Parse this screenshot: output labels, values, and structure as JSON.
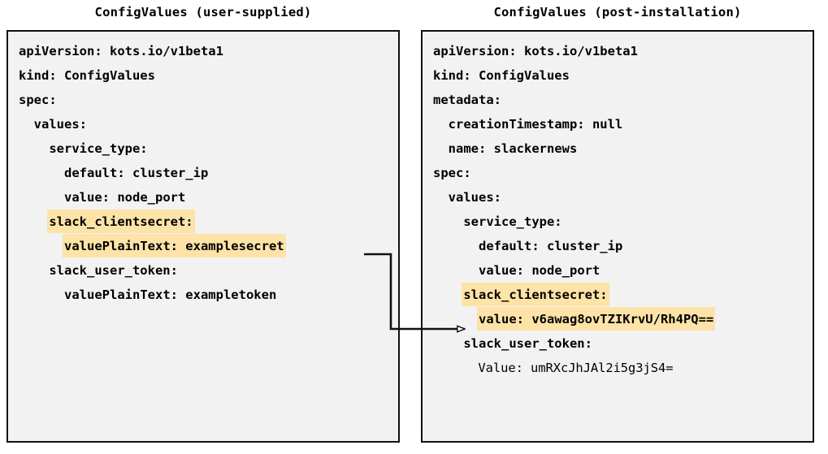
{
  "diagram": {
    "type": "two-panel-yaml-comparison",
    "background_color": "#ffffff",
    "box_border_color": "#111111",
    "box_fill_color": "#f2f2f2",
    "highlight_color": "#fde3a7",
    "text_color": "#000000",
    "connector_color": "#111111"
  },
  "left_panel": {
    "title": "ConfigValues (user-supplied)",
    "lines": [
      {
        "text": "apiVersion: kots.io/v1beta1",
        "highlight": false,
        "style": "bold"
      },
      {
        "text": "kind: ConfigValues",
        "highlight": false,
        "style": "bold"
      },
      {
        "text": "spec:",
        "highlight": false,
        "style": "bold"
      },
      {
        "text": "  values:",
        "highlight": false,
        "style": "bold"
      },
      {
        "text": "    service_type:",
        "highlight": false,
        "style": "bold"
      },
      {
        "text": "      default: cluster_ip",
        "highlight": false,
        "style": "bold"
      },
      {
        "text": "      value: node_port",
        "highlight": false,
        "style": "bold"
      },
      {
        "text": "    slack_clientsecret:",
        "highlight": true,
        "style": "bold"
      },
      {
        "text": "      valuePlainText: examplesecret",
        "highlight": true,
        "style": "bold"
      },
      {
        "text": "    slack_user_token:",
        "highlight": false,
        "style": "bold"
      },
      {
        "text": "      valuePlainText: exampletoken",
        "highlight": false,
        "style": "bold"
      }
    ]
  },
  "right_panel": {
    "title": "ConfigValues (post-installation)",
    "lines": [
      {
        "text": "apiVersion: kots.io/v1beta1",
        "highlight": false,
        "style": "bold"
      },
      {
        "text": "kind: ConfigValues",
        "highlight": false,
        "style": "bold"
      },
      {
        "text": "metadata:",
        "highlight": false,
        "style": "bold"
      },
      {
        "text": "  creationTimestamp: null",
        "highlight": false,
        "style": "bold"
      },
      {
        "text": "  name: slackernews",
        "highlight": false,
        "style": "bold"
      },
      {
        "text": "spec:",
        "highlight": false,
        "style": "bold"
      },
      {
        "text": "  values:",
        "highlight": false,
        "style": "bold"
      },
      {
        "text": "    service_type:",
        "highlight": false,
        "style": "bold"
      },
      {
        "text": "      default: cluster_ip",
        "highlight": false,
        "style": "bold"
      },
      {
        "text": "      value: node_port",
        "highlight": false,
        "style": "bold"
      },
      {
        "text": "    slack_clientsecret:",
        "highlight": true,
        "style": "bold"
      },
      {
        "text": "      value: v6awag8ovTZIKrvU/Rh4PQ==",
        "highlight": true,
        "style": "bold"
      },
      {
        "text": "    slack_user_token:",
        "highlight": false,
        "style": "bold"
      },
      {
        "text": "      Value: umRXcJhJAl2i5g3jS4=",
        "highlight": false,
        "style": "regular"
      }
    ]
  },
  "connector": {
    "name": "secret-transform-arrow",
    "from_line": "valuePlainText: examplesecret",
    "to_line": "value: v6awag8ovTZIKrvU/Rh4PQ==",
    "arrowhead": "hollow-triangle"
  }
}
